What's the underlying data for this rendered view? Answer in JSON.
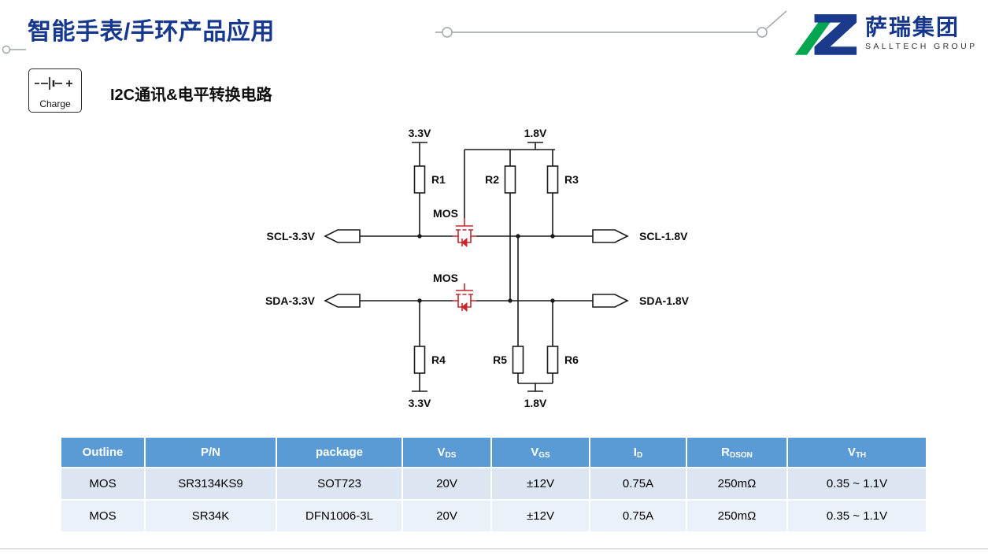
{
  "header": {
    "title": "智能手表/手环产品应用",
    "logo_name": "萨瑞集团",
    "logo_subtitle": "SALLTECH GROUP"
  },
  "section": {
    "icon_label": "Charge",
    "subtitle": "I2C通讯&电平转换电路"
  },
  "circuit": {
    "v33_top": "3.3V",
    "v18_top": "1.8V",
    "v33_bot": "3.3V",
    "v18_bot": "1.8V",
    "mos": "MOS",
    "r": [
      "R1",
      "R2",
      "R3",
      "R4",
      "R5",
      "R6"
    ],
    "scl33": "SCL-3.3V",
    "scl18": "SCL-1.8V",
    "sda33": "SDA-3.3V",
    "sda18": "SDA-1.8V"
  },
  "table": {
    "headers": [
      {
        "main": "Outline",
        "sub": ""
      },
      {
        "main": "P/N",
        "sub": ""
      },
      {
        "main": "package",
        "sub": ""
      },
      {
        "main": "V",
        "sub": "DS"
      },
      {
        "main": "V",
        "sub": "GS"
      },
      {
        "main": "I",
        "sub": "D"
      },
      {
        "main": "R",
        "sub": "DSON"
      },
      {
        "main": "V",
        "sub": "TH"
      }
    ],
    "rows": [
      [
        "MOS",
        "SR3134KS9",
        "SOT723",
        "20V",
        "±12V",
        "0.75A",
        "250mΩ",
        "0.35 ~ 1.1V"
      ],
      [
        "MOS",
        "SR34K",
        "DFN1006-3L",
        "20V",
        "±12V",
        "0.75A",
        "250mΩ",
        "0.35 ~ 1.1V"
      ]
    ]
  },
  "colors": {
    "title_blue": "#16388e",
    "logo_blue": "#1b3a8c",
    "logo_green": "#00a650",
    "table_header_blue": "#5b9bd5",
    "row_odd": "#dce6f3",
    "row_even": "#ebf1f9",
    "mos_red": "#c5262c"
  }
}
